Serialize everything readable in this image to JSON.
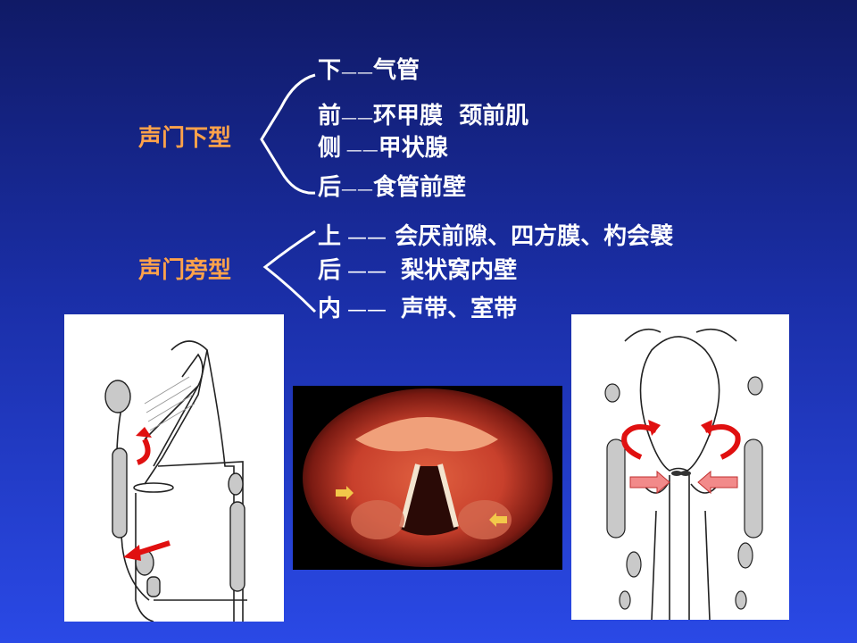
{
  "group1": {
    "label": "声门下型",
    "rows": [
      {
        "dir": "下",
        "dash": "——",
        "text": "气管"
      },
      {
        "dir": "前",
        "dash": "——",
        "text": "环甲膜  颈前肌"
      },
      {
        "dir": "侧",
        "dash": " ——",
        "text": "甲状腺"
      },
      {
        "dir": "后",
        "dash": "——",
        "text": "食管前壁"
      }
    ]
  },
  "group2": {
    "label": "声门旁型",
    "rows": [
      {
        "dir": "上",
        "dash": " ——",
        "text": " 会厌前隙、四方膜、杓会襞"
      },
      {
        "dir": "后",
        "dash": " —— ",
        "text": " 梨状窝内壁"
      },
      {
        "dir": "内",
        "dash": " —— ",
        "text": " 声带、室带"
      }
    ]
  },
  "colors": {
    "label": "#ffa24a",
    "text": "#ffffff",
    "arrow": "#e01010"
  }
}
